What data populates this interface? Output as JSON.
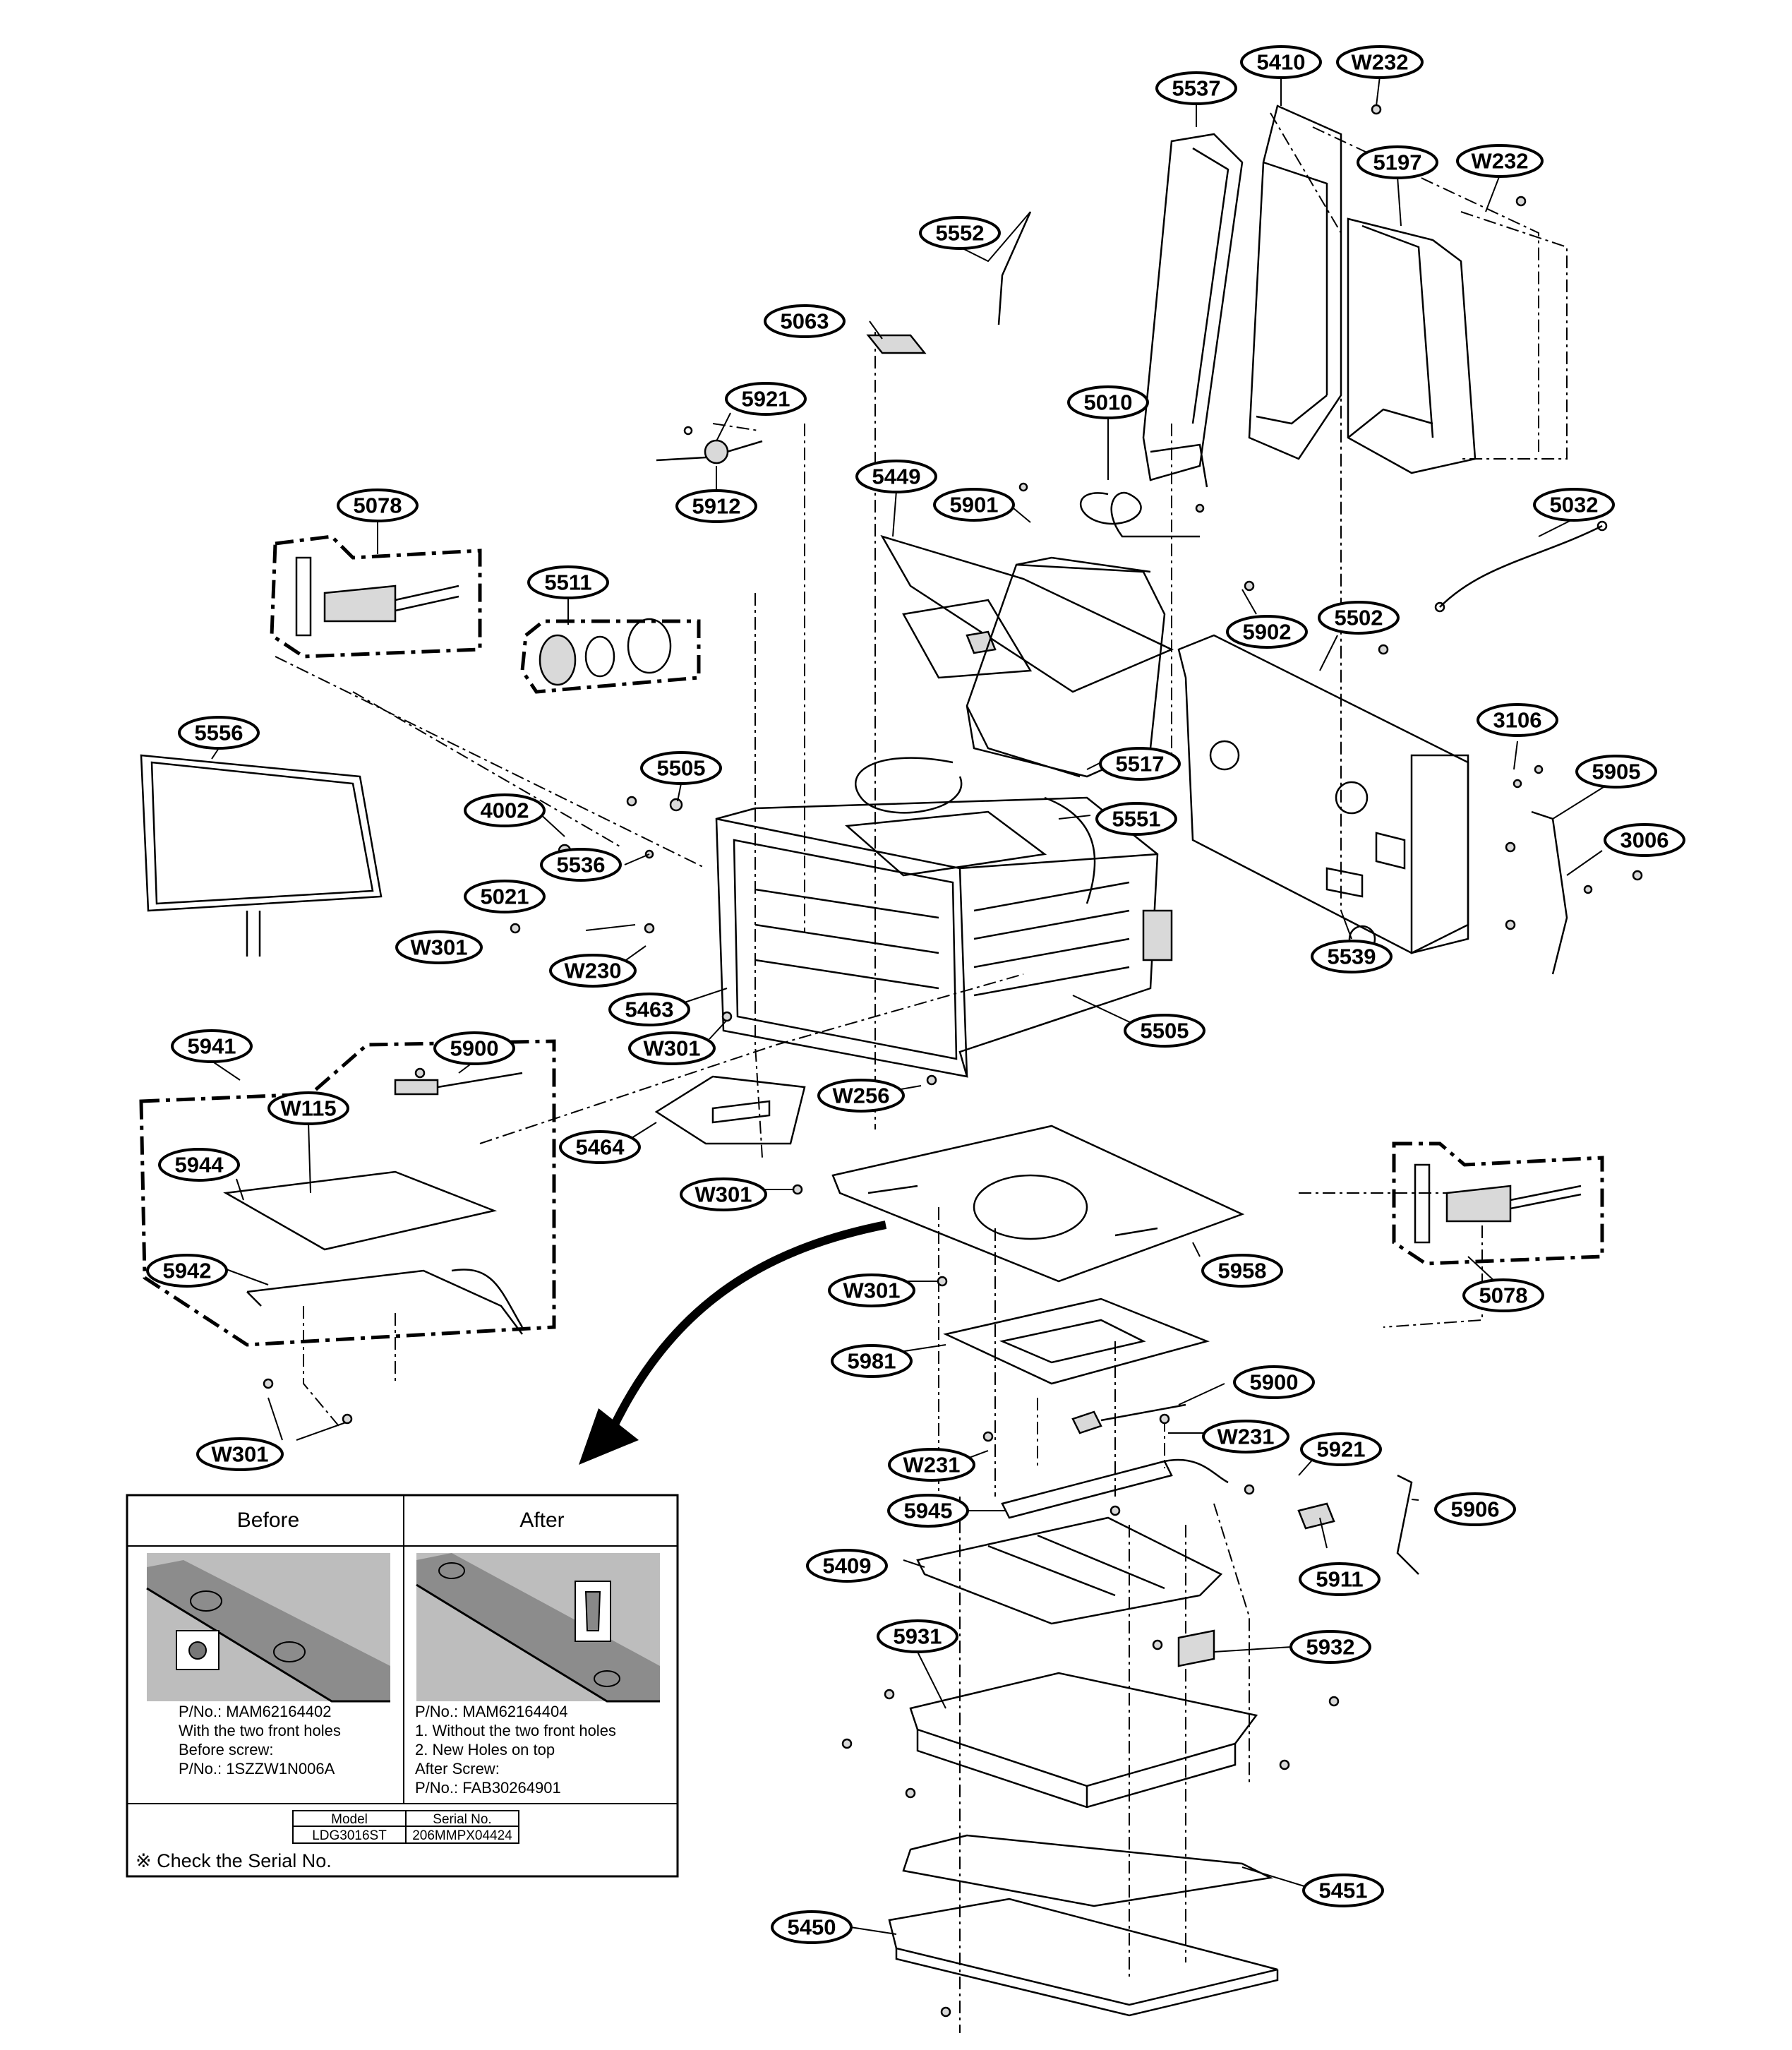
{
  "callouts": [
    {
      "id": "c-5537",
      "text": "5537"
    },
    {
      "id": "c-5410",
      "text": "5410"
    },
    {
      "id": "c-w232a",
      "text": "W232"
    },
    {
      "id": "c-5197",
      "text": "5197"
    },
    {
      "id": "c-w232b",
      "text": "W232"
    },
    {
      "id": "c-5552",
      "text": "5552"
    },
    {
      "id": "c-5063",
      "text": "5063"
    },
    {
      "id": "c-5921a",
      "text": "5921"
    },
    {
      "id": "c-5010",
      "text": "5010"
    },
    {
      "id": "c-5912",
      "text": "5912"
    },
    {
      "id": "c-5449",
      "text": "5449"
    },
    {
      "id": "c-5901",
      "text": "5901"
    },
    {
      "id": "c-5032",
      "text": "5032"
    },
    {
      "id": "c-5078a",
      "text": "5078"
    },
    {
      "id": "c-5511",
      "text": "5511"
    },
    {
      "id": "c-5902",
      "text": "5902"
    },
    {
      "id": "c-5502",
      "text": "5502"
    },
    {
      "id": "c-5556",
      "text": "5556"
    },
    {
      "id": "c-3106",
      "text": "3106"
    },
    {
      "id": "c-5505a",
      "text": "5505"
    },
    {
      "id": "c-5517",
      "text": "5517"
    },
    {
      "id": "c-5905",
      "text": "5905"
    },
    {
      "id": "c-4002",
      "text": "4002"
    },
    {
      "id": "c-5551",
      "text": "5551"
    },
    {
      "id": "c-3006",
      "text": "3006"
    },
    {
      "id": "c-5536",
      "text": "5536"
    },
    {
      "id": "c-5021",
      "text": "5021"
    },
    {
      "id": "c-w301a",
      "text": "W301"
    },
    {
      "id": "c-w230",
      "text": "W230"
    },
    {
      "id": "c-5539",
      "text": "5539"
    },
    {
      "id": "c-5463",
      "text": "5463"
    },
    {
      "id": "c-5941",
      "text": "5941"
    },
    {
      "id": "c-5505b",
      "text": "5505"
    },
    {
      "id": "c-w301b",
      "text": "W301"
    },
    {
      "id": "c-5900a",
      "text": "5900"
    },
    {
      "id": "c-w256",
      "text": "W256"
    },
    {
      "id": "c-w115",
      "text": "W115"
    },
    {
      "id": "c-5944",
      "text": "5944"
    },
    {
      "id": "c-5464",
      "text": "5464"
    },
    {
      "id": "c-w301c",
      "text": "W301"
    },
    {
      "id": "c-5958",
      "text": "5958"
    },
    {
      "id": "c-5942",
      "text": "5942"
    },
    {
      "id": "c-5078b",
      "text": "5078"
    },
    {
      "id": "c-w301d",
      "text": "W301"
    },
    {
      "id": "c-5981",
      "text": "5981"
    },
    {
      "id": "c-5900b",
      "text": "5900"
    },
    {
      "id": "c-w301e",
      "text": "W301"
    },
    {
      "id": "c-w231a",
      "text": "W231"
    },
    {
      "id": "c-w231b",
      "text": "W231"
    },
    {
      "id": "c-5921b",
      "text": "5921"
    },
    {
      "id": "c-5945",
      "text": "5945"
    },
    {
      "id": "c-5906",
      "text": "5906"
    },
    {
      "id": "c-5409",
      "text": "5409"
    },
    {
      "id": "c-5911",
      "text": "5911"
    },
    {
      "id": "c-5931",
      "text": "5931"
    },
    {
      "id": "c-5932",
      "text": "5932"
    },
    {
      "id": "c-5451",
      "text": "5451"
    },
    {
      "id": "c-5450",
      "text": "5450"
    }
  ],
  "inset": {
    "before": {
      "heading": "Before",
      "lines": [
        "P/No.: MAM62164402",
        "With the two front holes",
        "Before screw:",
        "P/No.: 1SZZW1N006A"
      ]
    },
    "after": {
      "heading": "After",
      "lines": [
        "P/No.: MAM62164404",
        "1. Without the two front holes",
        "2. New Holes on top",
        "After Screw:",
        "P/No.: FAB30264901"
      ]
    },
    "table": {
      "headers": [
        "Model",
        "Serial No."
      ],
      "row": [
        "LDG3016ST",
        "206MMPX04424"
      ]
    },
    "note": "※ Check the Serial No."
  }
}
